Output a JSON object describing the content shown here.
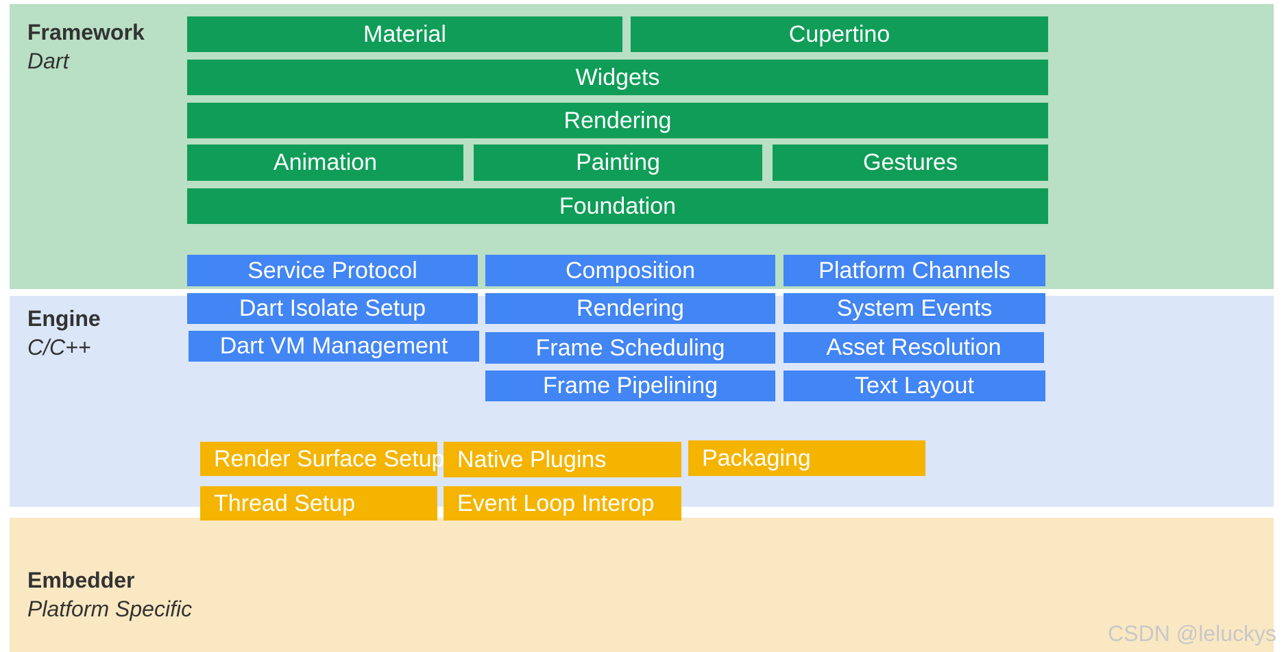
{
  "framework": {
    "title": "Framework",
    "subtitle": "Dart",
    "blocks": [
      "Material",
      "Cupertino",
      "Widgets",
      "Rendering",
      "Animation",
      "Painting",
      "Gestures",
      "Foundation"
    ]
  },
  "engine": {
    "title": "Engine",
    "subtitle": "C/C++",
    "blocks": [
      "Service Protocol",
      "Composition",
      "Platform Channels",
      "Dart Isolate Setup",
      "Rendering",
      "System Events",
      "Dart VM Management",
      "Frame Scheduling",
      "Asset Resolution",
      "Frame Pipelining",
      "Text Layout"
    ]
  },
  "embedder": {
    "title": "Embedder",
    "subtitle": "Platform Specific",
    "blocks": [
      "Render Surface Setup",
      "Native Plugins",
      "Packaging",
      "Thread Setup",
      "Event Loop Interop"
    ]
  },
  "watermark": "CSDN @leluckys",
  "colors": {
    "framework_bg": "#b9dfc4",
    "framework_block": "#0f9d58",
    "engine_bg": "#dbe6f8",
    "engine_block": "#4285f4",
    "embedder_bg": "#f9e8c2",
    "embedder_block": "#f4b400"
  }
}
